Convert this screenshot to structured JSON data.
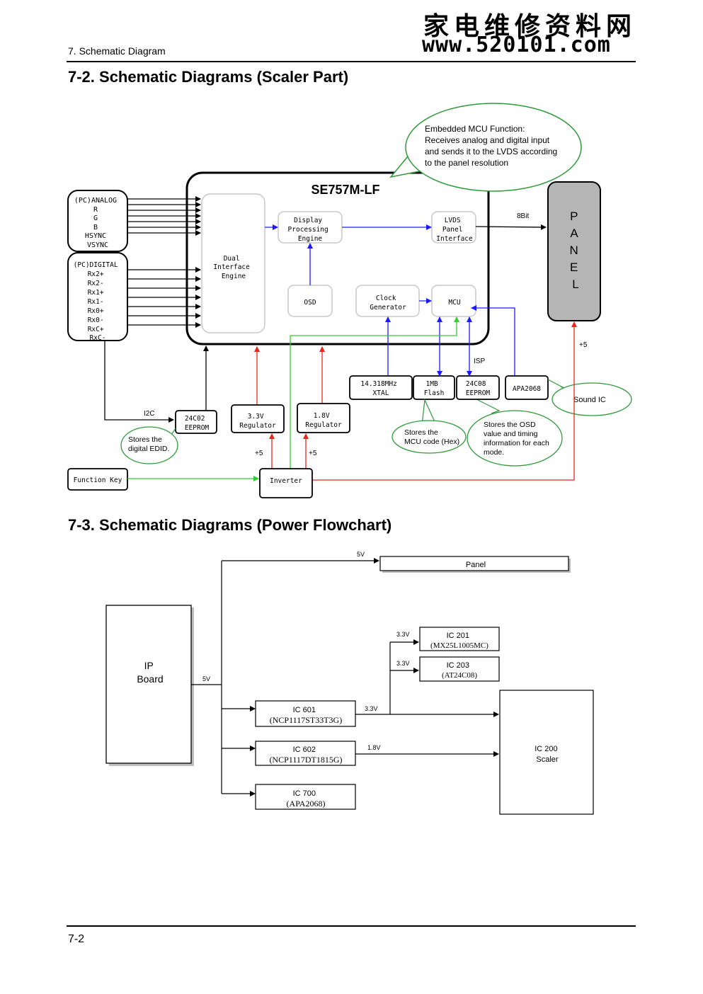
{
  "header": {
    "section": "7. Schematic Diagram",
    "watermark_cn": "家电维修资料网",
    "watermark_url": "www.520101.com"
  },
  "scaler": {
    "title": "7-2. Schematic Diagrams (Scaler Part)",
    "chip_title": "SE757M-LF",
    "callout_mcu": [
      "Embedded MCU Function:",
      "Receives analog and digital input",
      "and sends it to the LVDS according",
      "to the panel resolution"
    ],
    "analog_input": [
      "(PC)ANALOG",
      "R",
      "G",
      "B",
      "HSYNC",
      "VSYNC"
    ],
    "digital_input": [
      "(PC)DIGITAL",
      "Rx2+",
      "Rx2-",
      "Rx1+",
      "Rx1-",
      "Rx0+",
      "Rx0-",
      "RxC+",
      "RxC-"
    ],
    "dual_interface": [
      "Dual",
      "Interface",
      "Engine"
    ],
    "display_processing": [
      "Display",
      "Processing",
      "Engine"
    ],
    "lvds": [
      "LVDS",
      "Panel",
      "Interface"
    ],
    "osd": "OSD",
    "clock_gen": [
      "Clock",
      "Generator"
    ],
    "mcu": "MCU",
    "panel_letters": [
      "P",
      "A",
      "N",
      "E",
      "L"
    ],
    "label_8bit": "8Bit",
    "label_plus5_panel": "+5",
    "label_isp": "ISP",
    "xtal": [
      "14.318MHz",
      "XTAL"
    ],
    "flash": [
      "1MB",
      "Flash"
    ],
    "eeprom_24c08": [
      "24C08",
      "EEPROM"
    ],
    "apa": "APA2068",
    "sound_ic": "Sound IC",
    "label_i2c": "I2C",
    "eeprom_24c02": [
      "24C02",
      "EEPROM"
    ],
    "reg33": [
      "3.3V",
      "Regulator"
    ],
    "reg18": [
      "1.8V",
      "Regulator"
    ],
    "label_plus5_a": "+5",
    "label_plus5_b": "+5",
    "note_edid": [
      "Stores the",
      "digital EDID."
    ],
    "note_mcu_code": [
      "Stores the",
      "MCU code (Hex)"
    ],
    "note_osd": [
      "Stores the OSD",
      "value and timing",
      "information for each",
      "mode."
    ],
    "function_key": "Function Key",
    "inverter": "Inverter",
    "colors": {
      "blue": "#1a1aff",
      "red": "#e8261c",
      "green": "#33cc33",
      "callout_border": "#2e9a3a",
      "panel_fill": "#b5b5b5"
    }
  },
  "power": {
    "title": "7-3. Schematic Diagrams (Power Flowchart)",
    "ip_board": [
      "IP",
      "Board"
    ],
    "label_5v_ip": "5V",
    "label_5v_top": "5V",
    "panel": "Panel",
    "ic201": [
      "IC 201",
      "(MX25L1005MC)"
    ],
    "ic203": [
      "IC 203",
      "(AT24C08)"
    ],
    "label_33_201": "3.3V",
    "label_33_203": "3.3V",
    "ic601": [
      "IC 601",
      "(NCP1117ST33T3G)"
    ],
    "ic602": [
      "IC 602",
      "(NCP1117DT1815G)"
    ],
    "ic700": [
      "IC 700",
      "(APA2068)"
    ],
    "label_33_601": "3.3V",
    "label_18_602": "1.8V",
    "ic200": [
      "IC 200",
      "Scaler"
    ]
  },
  "footer": {
    "page": "7-2"
  }
}
